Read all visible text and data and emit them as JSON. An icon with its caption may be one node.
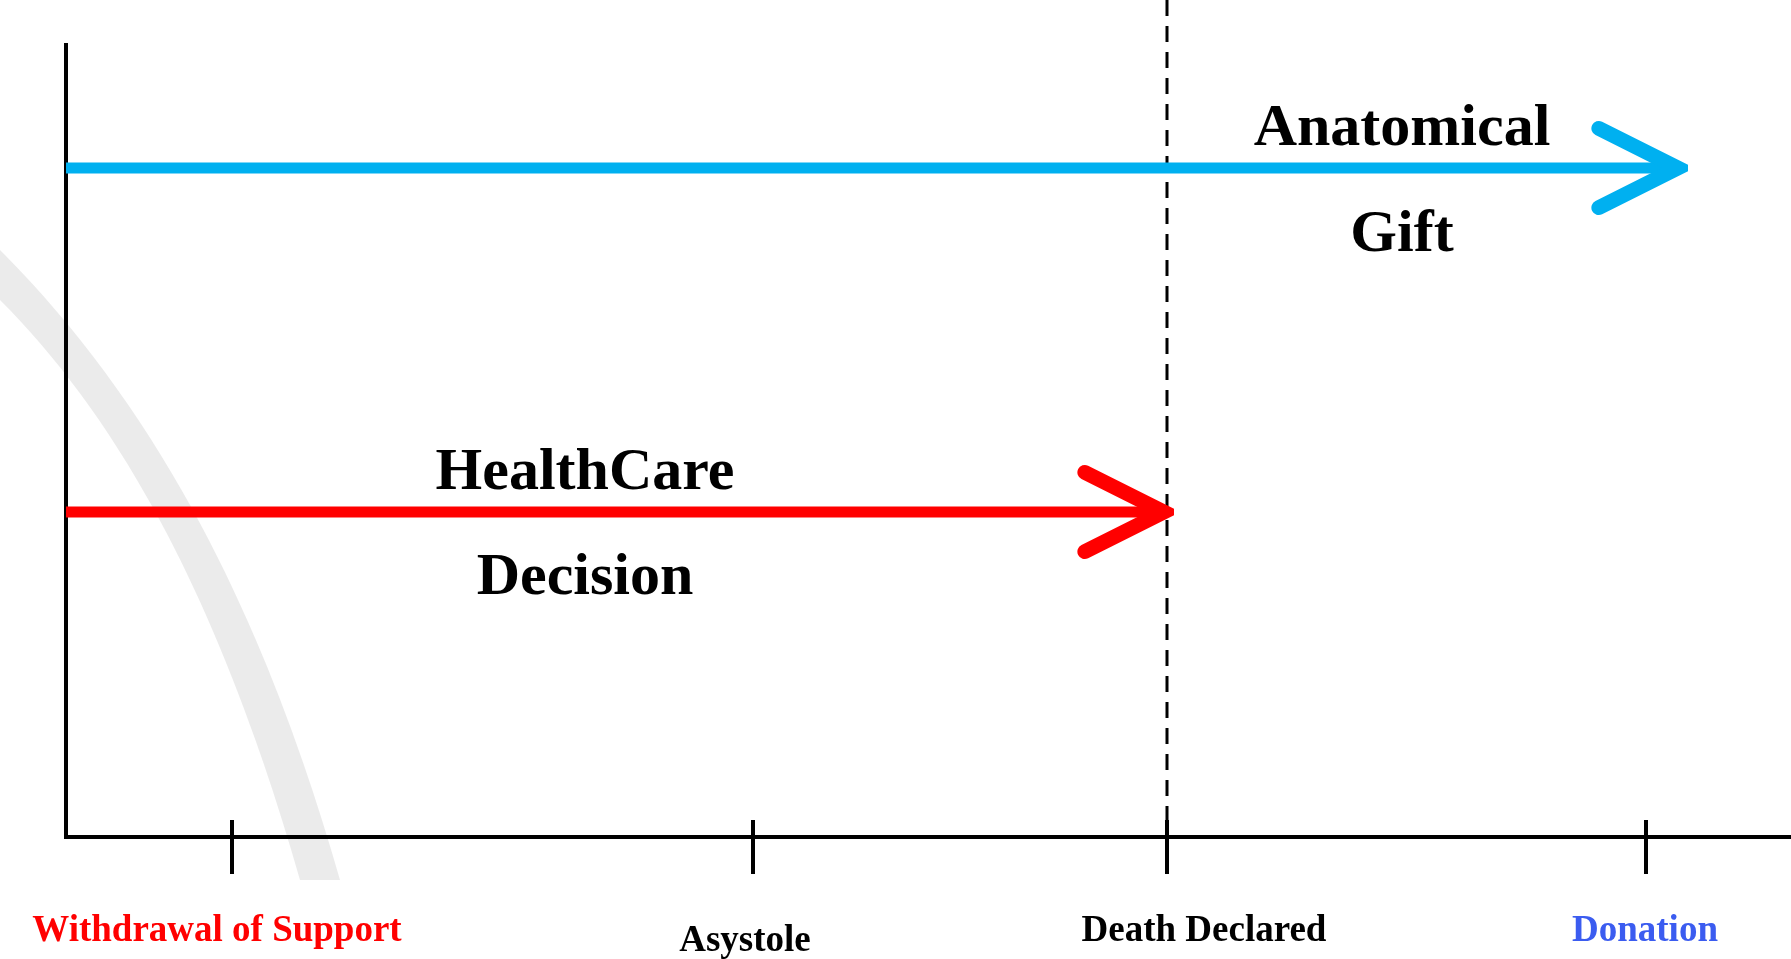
{
  "diagram": {
    "labels": [
      "Anatomical Gift",
      "HealthCare Decision",
      "Withdrawal of Support",
      "Asystole",
      "Death Declared",
      "Donation"
    ]
  }
}
